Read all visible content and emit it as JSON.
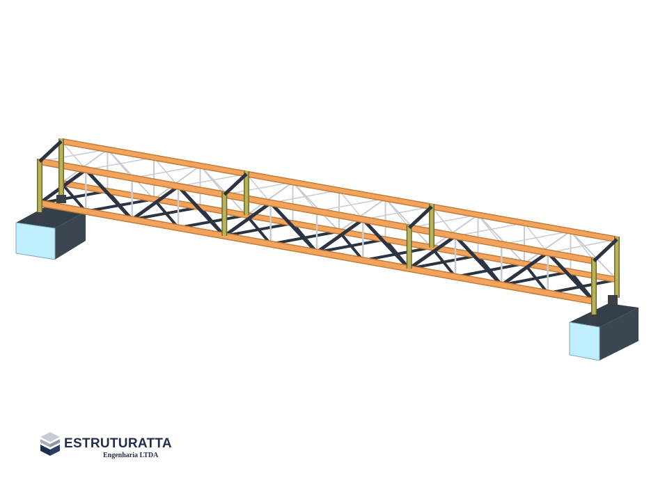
{
  "brand": {
    "name": "ESTRUTURATTA",
    "subtitle": "Engenharia LTDA",
    "color_text": "#1f2f4a"
  },
  "model": {
    "modules": 3,
    "supports": 2,
    "colors": {
      "chord": "#f0a45e",
      "chord_edge": "#c77a32",
      "bracing_dark": "#2b3442",
      "bracing_light": "#c8ccd2",
      "post": "#b8b35a",
      "post_edge": "#6e6a2a",
      "plate": "#3a3f48",
      "support_face": "#bfefff",
      "support_side": "#3c4652",
      "support_top": "#33404c"
    }
  }
}
